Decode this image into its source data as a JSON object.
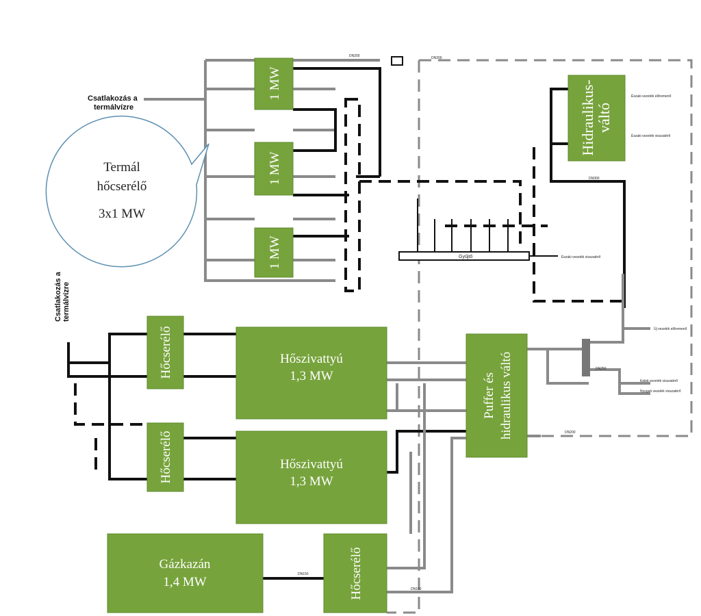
{
  "colors": {
    "box_green": "#77a33c",
    "pipe_black": "#111111",
    "pipe_gray": "#8a8a8a",
    "callout_border": "#5b8fb0"
  },
  "connections": {
    "top_line1": "Csatlakozás a",
    "top_line2": "termálvízre",
    "left_line1": "Csatlakozás a",
    "left_line2": "termálvízre"
  },
  "callout": {
    "line1": "Termál",
    "line2": "hőcserélő",
    "line3": "3x1 MW"
  },
  "thermal_hx": [
    "1 MW",
    "1 MW",
    "1 MW"
  ],
  "hydraulic_switch": {
    "line1": "Hidraulikus-",
    "line2": "váltó"
  },
  "collector": "Gyűjtő",
  "heat_exchangers": [
    "Hőcserélő",
    "Hőcserélő",
    "Hőcserélő"
  ],
  "heat_pumps": [
    {
      "line1": "Hőszivattyú",
      "line2": "1,3 MW"
    },
    {
      "line1": "Hőszivattyú",
      "line2": "1,3 MW"
    }
  ],
  "buffer": {
    "line1": "Puffer és",
    "line2": "hidraulikus váltó"
  },
  "gas_boiler": {
    "line1": "Gázkazán",
    "line2": "1,4 MW"
  },
  "pipe_labels": {
    "dn200_a": "DN200",
    "dn200_b": "DN200",
    "dn300": "DN300",
    "dn250": "DN250",
    "dn150_a": "DN150",
    "dn150_b": "DN150",
    "dn200_c": "DN200"
  },
  "outlets": [
    "Északi vezeték előremenő",
    "Északi vezeték visszatérő",
    "Északi vezeték visszatérő",
    "Új vezeték előremenő",
    "Keleti vezeték visszatérő",
    "Nyugati vezeték visszatérő"
  ]
}
